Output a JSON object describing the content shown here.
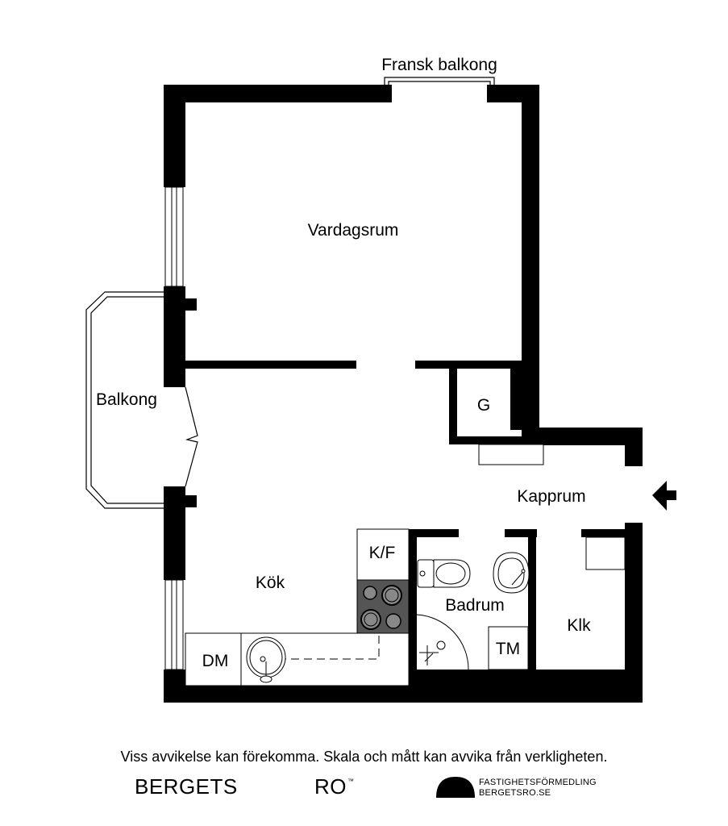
{
  "rooms": {
    "fransk_balkong": "Fransk balkong",
    "vardagsrum": "Vardagsrum",
    "balkong": "Balkong",
    "garderob": "G",
    "kapprum": "Kapprum",
    "kyl_frys": "K/F",
    "kok": "Kök",
    "badrum": "Badrum",
    "klk": "Klk",
    "diskmaskin": "DM",
    "tvattmaskin": "TM"
  },
  "footer": {
    "disclaimer": "Viss avvikelse kan förekomma. Skala och mått kan avvika från verkligheten.",
    "brand_left": "BERGETS",
    "brand_right": "RO",
    "brand_mark": "™",
    "agency_line1": "FASTIGHETSFÖRMEDLING",
    "agency_line2": "BERGETSRO.SE"
  },
  "icons": [
    "entrance-arrow-icon",
    "agency-logo-icon"
  ]
}
